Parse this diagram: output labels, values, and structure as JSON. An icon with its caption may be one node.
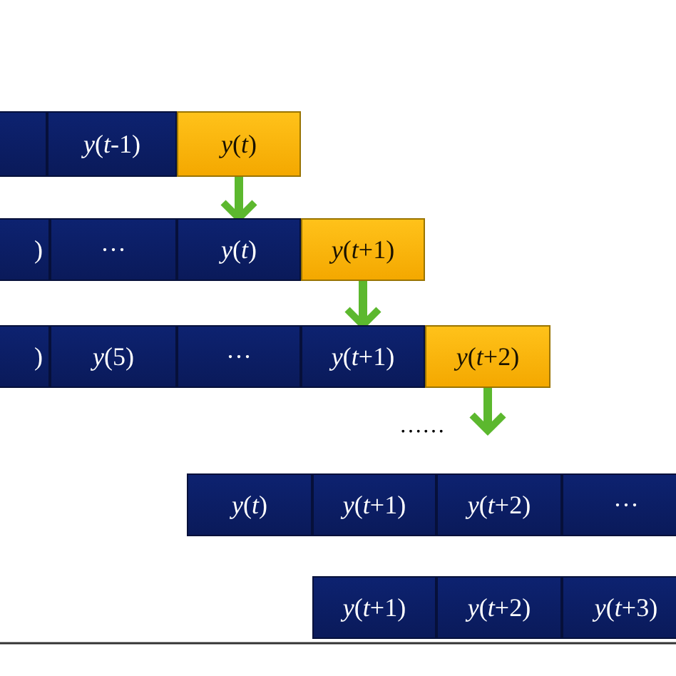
{
  "diagram": {
    "nodes": [
      {
        "text": [],
        "shape": "box"
      },
      {
        "text": [
          "*y*(*t*-1)"
        ]
      },
      {
        "text": [
          "*y*(*t*)"
        ]
      },
      {
        "text": [
          ")"
        ]
      },
      {
        "text": [
          "···"
        ]
      },
      {
        "text": [
          "*y*(*t*)"
        ]
      },
      {
        "text": [
          "*y*(*t*+1)"
        ]
      },
      {
        "text": [
          ")"
        ]
      },
      {
        "text": [
          "*y*(5)"
        ]
      },
      {
        "text": [
          "···"
        ]
      },
      {
        "text": [
          "*y*(*t*+1)"
        ]
      },
      {
        "text": [
          "*y*(*t*+2)"
        ]
      },
      {
        "text": [
          "*y*(*t*)"
        ]
      },
      {
        "text": [
          "*y*(*t*+1)"
        ]
      },
      {
        "text": [
          "*y*(*t*+2)"
        ]
      },
      {
        "text": [
          "···"
        ]
      },
      {
        "text": [
          "*y*(*t*+1)"
        ]
      },
      {
        "text": [
          "*y*(*t*+2)"
        ]
      },
      {
        "text": [
          "*y*(*t*+3)"
        ]
      }
    ],
    "edges": [
      {
        "from": 2,
        "to": 5,
        "arrow": "to"
      },
      {
        "from": 6,
        "to": 10,
        "arrow": "to"
      },
      {
        "from": 11,
        "to": null,
        "arrow": "to"
      }
    ],
    "labels": [
      "……"
    ]
  }
}
